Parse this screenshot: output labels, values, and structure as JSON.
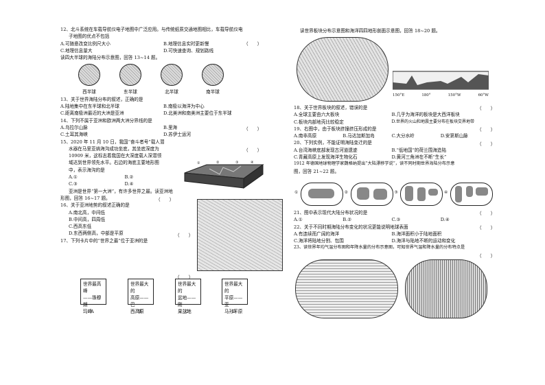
{
  "q12": {
    "stem1": "12、北斗系统在车载导航仪电子地图中广泛应用。与传统纸质交通地图相比，车载导航仪电",
    "stem2": "子地图的优点不包括",
    "paren": "（　　）",
    "a": "A.可随意改变比例尺大小",
    "b": "B.地理信息实时更新慢",
    "c": "C.地理信息量大",
    "d": "D.可快速查询、规划路线"
  },
  "read1314": "读四大半球的海陆分布示意图，回答 13~14 题。",
  "hemispheres": [
    "西半球",
    "东半球",
    "北半球",
    "南半球"
  ],
  "q13": {
    "stem": "13、关于世界海陆分布的叙述，正确的是",
    "paren": "（　　）",
    "a": "A.陆地集中在东半球和北半球",
    "b": "B.南极以海洋为中心",
    "c": "C.距离南极洲最近的大洲是亚洲",
    "d": "D.北美洲和南美洲主要位于东半球"
  },
  "q14": {
    "stem": "14、下列不属于亚洲和欧洲两大洲分界线的是",
    "paren": "（　　）",
    "a": "A.乌拉尔山脉",
    "b": "B.里海",
    "c": "C.土耳其海峡",
    "d": "D.苏伊士运河"
  },
  "q15": {
    "l1": "15、2020 年 11 月 10 日，我国“奋斗者号”载人潜",
    "l2": "水器在马里亚纳海沟成功坐底，其坐底深度为",
    "l3": "10909 米，这标志着我国在大深度载人深潜领",
    "l4": "域达到世界领先水平。右边的海底主要地形图",
    "l5": "中，表示海沟的是",
    "paren": "（　　）",
    "a": "A.①",
    "b": "B.②",
    "c": "C.③",
    "d": "D.④"
  },
  "read1617": "亚洲是世界“第一大洲”，有许多世界之最。读亚洲地",
  "read1617b": "形图，回答 16~17 题。",
  "q16": {
    "stem": "16、关于亚洲地势的叙述正确的是",
    "paren": "（　　）",
    "a": "A.南北高，中间低",
    "b": "B.中间高，四周低",
    "c": "C.西高东低",
    "d": "D.东西两侧高，中部是平原"
  },
  "q17": {
    "stem": "17、下列卡片中的“世界之最”位于亚洲的是",
    "paren": "（　　）",
    "cards": [
      {
        "text1": "世界最高峰",
        "text2": "——珠穆朗",
        "text3": "玛峰",
        "label": "A"
      },
      {
        "text1": "世界最大的",
        "text2": "高原——巴",
        "text3": "西高原",
        "label": "B"
      },
      {
        "text1": "世界最大的",
        "text2": "盆地——刚",
        "text3": "果盆地",
        "label": "C"
      },
      {
        "text1": "世界最大的",
        "text2": "平原——亚",
        "text3": "马孙平原",
        "label": "D"
      }
    ]
  },
  "read1820": "读世界板块分布示意图和海洋四四地形剖面示意图，回答 18~20 题。",
  "profile_labels": {
    "lon1": "150°E",
    "lon2": "180°",
    "lon3": "150°W",
    "lon4": "60°W"
  },
  "q18": {
    "stem": "18、关于世界板块的叙述，错误的是",
    "paren": "（　　）",
    "a": "A.全球主要由六大板块",
    "b": "B.几乎为海洋的板块是大西洋板块",
    "c": "C.板块内部地壳比较稳定",
    "d": "D.世界的火山和地震主要分布在板块交界地带"
  },
  "q19": {
    "stem": "19、右图中，由于板块挤撞挤压形成的是",
    "paren": "（　　）",
    "a": "A.南非高原",
    "b": "B.马达加斯加岛",
    "c": "C.大分水岭",
    "d": "D.安第斯山脉"
  },
  "q20": {
    "stem": "20、下列实例，不能证明海陆变迁的是",
    "paren": "（　　）",
    "a": "A.台湾海峡底部发现古河道遗迹",
    "b": "B.“低地国”的荷兰围海造陆",
    "c": "C.青藏高原上发现海洋生物化石",
    "d": "D.黄河三角洲在不断“生长”"
  },
  "read2122a": "1912 年德国地球物理学家魏格纳提出“大陆漂移学说”，读不同时期世界海陆分布示意",
  "read2122b": "图，回答 21~22 题。",
  "maps_labels": [
    "①",
    "②",
    "③",
    "④"
  ],
  "q21": {
    "stem": "21、图中表示现代大陆分布状况的是",
    "paren": "（　　）",
    "a": "A.①",
    "b": "B.②",
    "c": "C.③",
    "d": "D.④"
  },
  "q22": {
    "stem": "22、关于不同时期海陆分布变化的状况更能说明地球表面",
    "paren": "（　　）",
    "a": "A.有连续而广阔的海洋",
    "b": "B.海洋面积小于陆地面积",
    "c": "C.海洋将陆地分割、包围",
    "d": "D.海洋与陆地不断的运动和变化"
  },
  "q23": {
    "stem": "23、读世界年均气温分布图和年降水量的分布示意图，可知世界气温和降水量的分布特点是",
    "paren": "（　　）"
  }
}
